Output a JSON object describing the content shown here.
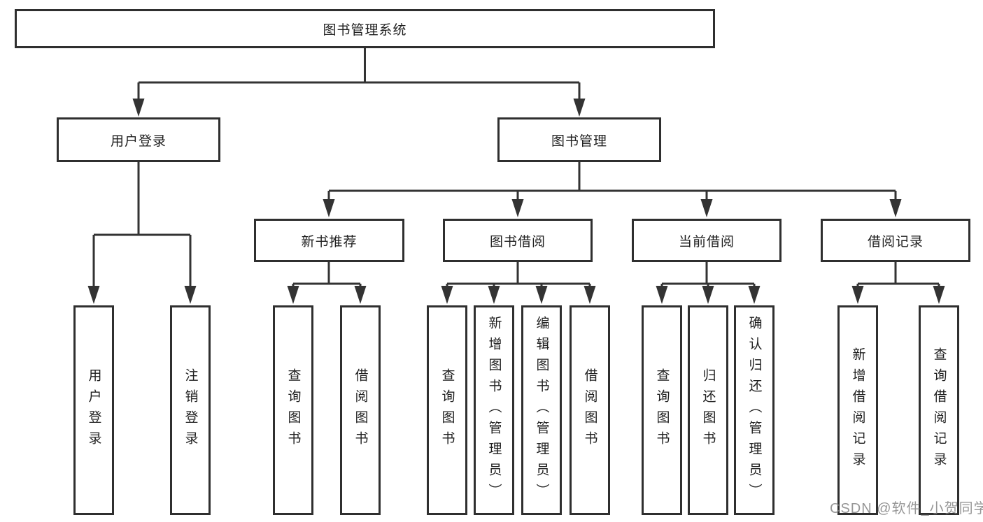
{
  "tree": {
    "root": {
      "label": "图书管理系统"
    },
    "level2": [
      {
        "label": "用户登录",
        "leaves": [
          "用户登录",
          "注销登录"
        ]
      },
      {
        "label": "图书管理",
        "groups": [
          {
            "label": "新书推荐",
            "leaves": [
              "查询图书",
              "借阅图书"
            ]
          },
          {
            "label": "图书借阅",
            "leaves": [
              "查询图书",
              "新增图书（管理员）",
              "编辑图书（管理员）",
              "借阅图书"
            ]
          },
          {
            "label": "当前借阅",
            "leaves": [
              "查询图书",
              "归还图书",
              "确认归还（管理员）"
            ]
          },
          {
            "label": "借阅记录",
            "leaves": [
              "新增借阅记录",
              "查询借阅记录"
            ]
          }
        ]
      }
    ]
  },
  "watermark": {
    "text": "CSDN @软件_小贺同学"
  },
  "colors": {
    "background": "#ffffff",
    "line": "#333333",
    "box_border": "#2f2f2f",
    "text": "#1f1f1f",
    "watermark": "#808080"
  }
}
